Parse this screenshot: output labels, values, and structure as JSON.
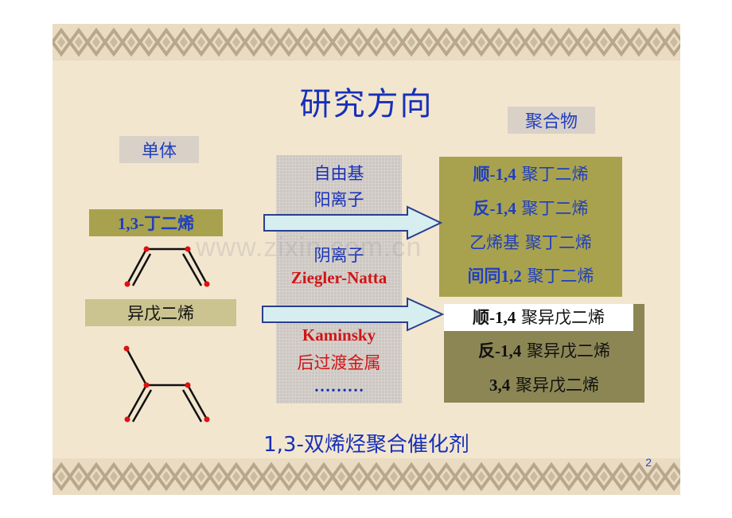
{
  "title": "研究方向",
  "monomer_header": "单体",
  "polymer_header": "聚合物",
  "monomers": {
    "butadiene": "1,3-丁二烯",
    "isoprene": "异戊二烯"
  },
  "catalysts": {
    "free_radical": "自由基",
    "cationic": "阳离子",
    "anionic": "阴离子",
    "ziegler": "Ziegler-Natta",
    "kaminsky": "Kaminsky",
    "late_metal": "后过渡金属",
    "ellipsis": "………"
  },
  "butadiene_polymers": [
    {
      "prefix": "顺-1,4",
      "suffix": " 聚丁二烯"
    },
    {
      "prefix": "反-1,4",
      "suffix": " 聚丁二烯"
    },
    {
      "prefix": "乙烯基",
      "suffix": " 聚丁二烯"
    },
    {
      "prefix": "间同1,2",
      "suffix": " 聚丁二烯"
    }
  ],
  "isoprene_polymers": [
    {
      "prefix": "顺-1,4",
      "suffix": " 聚异戊二烯"
    },
    {
      "prefix": "反-1,4",
      "suffix": " 聚异戊二烯"
    },
    {
      "prefix": "3,4",
      "suffix": " 聚异戊二烯"
    }
  ],
  "subtitle": "1,3-双烯烃聚合催化剂",
  "watermark": "www.zixin.com.cn",
  "page_number": "2",
  "colors": {
    "background": "#f3e6cf",
    "title_blue": "#1630b8",
    "catalyst_red": "#d01515",
    "butadiene_box": "#a8a24f",
    "isoprene_box": "#cbc390",
    "isoprene_polymer_box": "#8c8655",
    "arrow_fill": "#d7eef0"
  }
}
